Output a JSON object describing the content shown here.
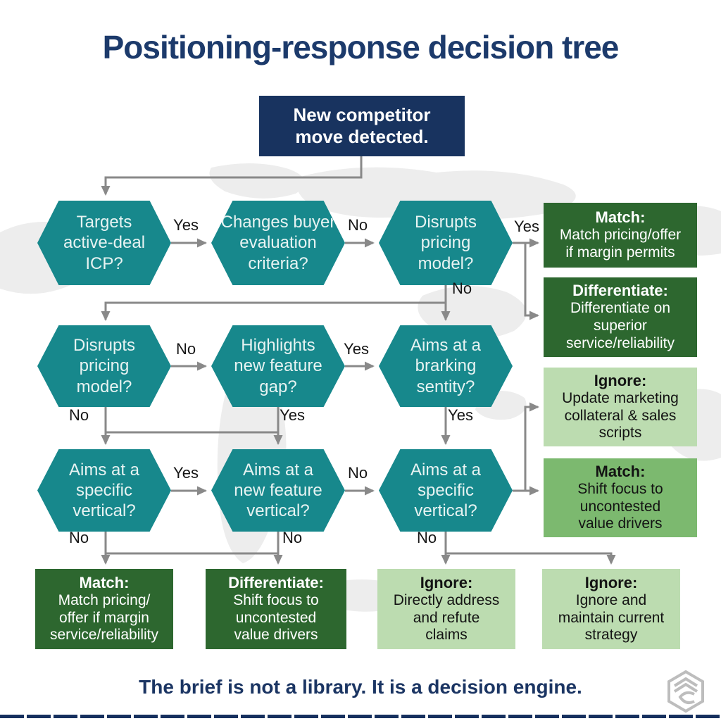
{
  "title": "Positioning-response decision tree",
  "root_label": "New competitor\nmove detected.",
  "footer": "The brief is not a library. It is a decision engine.",
  "hex_rows": [
    [
      "Targets\nactive-deal\nICP?",
      "Changes buyer\nevaluation\ncriteria?",
      "Disrupts\npricing\nmodel?"
    ],
    [
      "Disrupts\npricing\nmodel?",
      "Highlights\nnew feature\ngap?",
      "Aims at a\nbrarking\nsentity?"
    ],
    [
      "Aims at a\nspecific\nvertical?",
      "Aims at a\nnew feature\nvertical?",
      "Aims at a\nspecific\nvertical?"
    ]
  ],
  "right_boxes": [
    {
      "title": "Match:",
      "body": "Match pricing/offer\nif margin permits",
      "variant": "dark"
    },
    {
      "title": "Differentiate:",
      "body": "Differentiate on\nsuperior\nservice/reliability",
      "variant": "dark"
    },
    {
      "title": "Ignore:",
      "body": "Update marketing\ncollateral & sales\nscripts",
      "variant": "light"
    },
    {
      "title": "Match:",
      "body": "Shift focus to\nuncontested\nvalue drivers",
      "variant": "medium"
    }
  ],
  "bottom_boxes": [
    {
      "title": "Match:",
      "body": "Match pricing/\noffer if margin\nservice/reliability",
      "variant": "dark"
    },
    {
      "title": "Differentiate:",
      "body": "Shift focus to\nuncontested\nvalue drivers",
      "variant": "dark"
    },
    {
      "title": "Ignore:",
      "body": "Directly address\nand refute\nclaims",
      "variant": "light"
    },
    {
      "title": "Ignore:",
      "body": "Ignore and\nmaintain current\nstrategy",
      "variant": "light"
    }
  ],
  "edge_labels": [
    "Yes",
    "No",
    "Yes",
    "No",
    "No",
    "Yes",
    "No",
    "Yes",
    "Yes",
    "Yes",
    "No",
    "No",
    "No",
    "No"
  ],
  "icons": {
    "logo": "geometric-cube-logo"
  },
  "colors": {
    "navy": "#18335f",
    "title_navy": "#1c3a6b",
    "teal": "#17888c",
    "dark_green": "#2d672f",
    "medium_green": "#7cb96f",
    "light_green": "#bcdcb0",
    "arrow_gray": "#898989",
    "map_gray": "#ededed"
  }
}
